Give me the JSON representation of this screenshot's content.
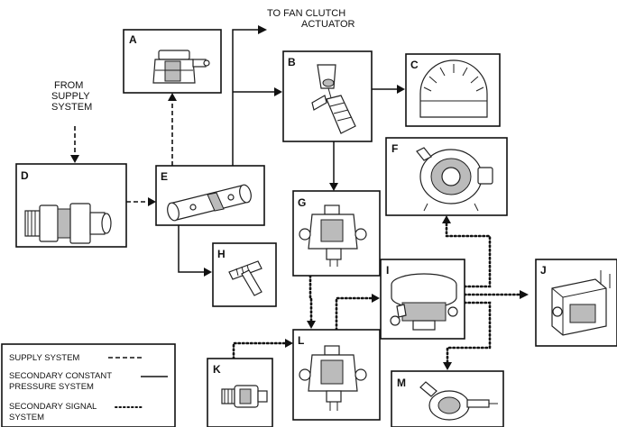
{
  "labels": {
    "to_fan_clutch": [
      "TO FAN CLUTCH",
      "ACTUATOR"
    ],
    "from_supply": [
      "FROM",
      "SUPPLY",
      "SYSTEM"
    ]
  },
  "components": {
    "A": "A",
    "B": "B",
    "C": "C",
    "D": "D",
    "E": "E",
    "F": "F",
    "G": "G",
    "H": "H",
    "I": "I",
    "J": "J",
    "K": "K",
    "L": "L",
    "M": "M"
  },
  "legend": {
    "supply": "SUPPLY SYSTEM",
    "secondary_constant": [
      "SECONDARY CONSTANT",
      "PRESSURE SYSTEM"
    ],
    "secondary_signal": [
      "SECONDARY SIGNAL",
      "SYSTEM"
    ]
  }
}
